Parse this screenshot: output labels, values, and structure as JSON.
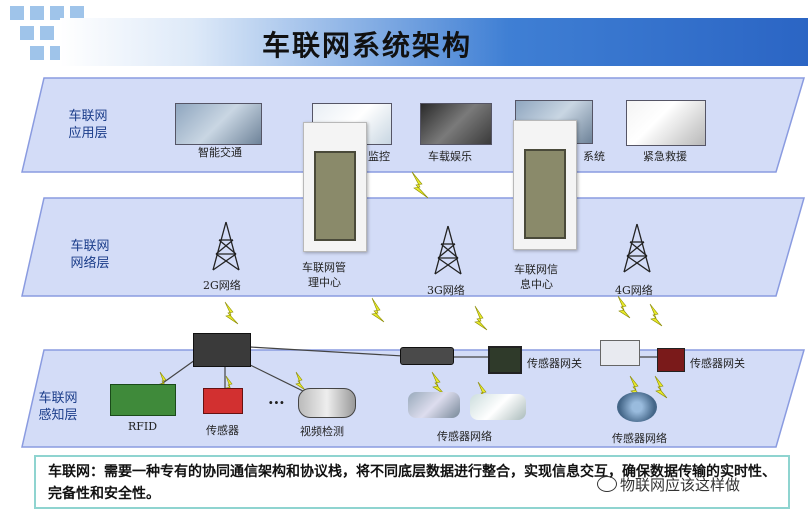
{
  "title": "车联网系统架构",
  "layers": {
    "app": {
      "label_line1": "车联网",
      "label_line2": "应用层"
    },
    "net": {
      "label_line1": "车联网",
      "label_line2": "网络层"
    },
    "sense": {
      "label_line1": "车联网",
      "label_line2": "感知层"
    }
  },
  "app_items": {
    "traffic": "智能交通",
    "monitor": "监控",
    "entertainment": "车载娱乐",
    "system": "系统",
    "rescue": "紧急救援"
  },
  "net_items": {
    "g2": "2G网络",
    "g3": "3G网络",
    "g4": "4G网络",
    "mgmt_line1": "车联网管",
    "mgmt_line2": "理中心",
    "info_line1": "车联网信",
    "info_line2": "息中心"
  },
  "sense_items": {
    "rfid": "RFID",
    "sensor": "传感器",
    "video": "视频检测",
    "dots": "···",
    "gateway1": "传感器网关",
    "gateway2": "传感器网关",
    "sensor_net1": "传感器网络",
    "sensor_net2": "传感器网络"
  },
  "note": "车联网：需要一种专有的协同通信架构和协议栈，将不同底层数据进行整合，实现信息交互，确保数据传输的实时性、完备性和安全性。",
  "watermark": "物联网应该这样做",
  "colors": {
    "layer_fill": "#d3dcf7",
    "layer_border": "#8a9be0",
    "title_blue": "#2b65c4",
    "label_blue": "#1b3d8a",
    "lightning": "#e8ea2a"
  }
}
